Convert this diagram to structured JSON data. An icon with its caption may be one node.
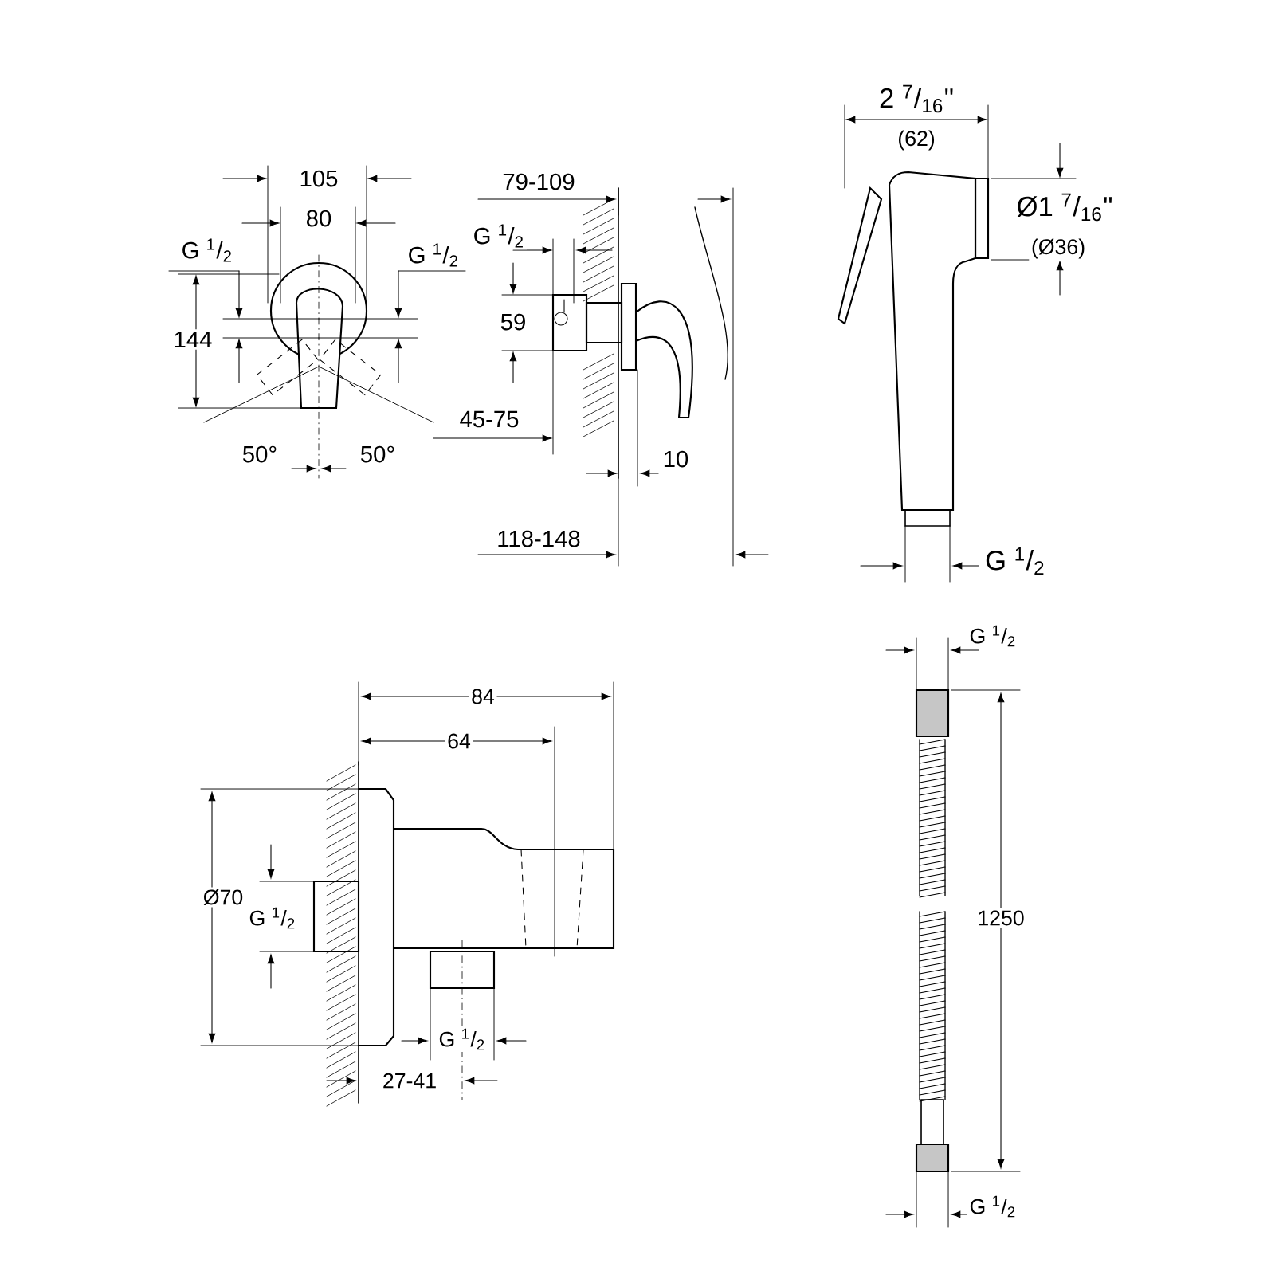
{
  "diagram": {
    "labels": [
      "105",
      "80",
      "G $^{1}$/$_{2}$",
      "G $^{1}$/$_{2}$",
      "144",
      "50°",
      "50°",
      "45-75",
      "79-109",
      "G $^{1}$/$_{2}$",
      "59",
      "10",
      "118-148",
      "2 $^{7}$/$_{16}$\"",
      "(62)",
      "Ø1 $^{7}$/$_{16}$\"",
      "(Ø36)",
      "G $^{1}$/$_{2}$",
      "84",
      "64",
      "Ø70",
      "G $^{1}$/$_{2}$",
      "G $^{1}$/$_{2}$",
      "27-41",
      "G $^{1}$/$_{2}$",
      "1250",
      "G $^{1}$/$_{2}$"
    ]
  }
}
